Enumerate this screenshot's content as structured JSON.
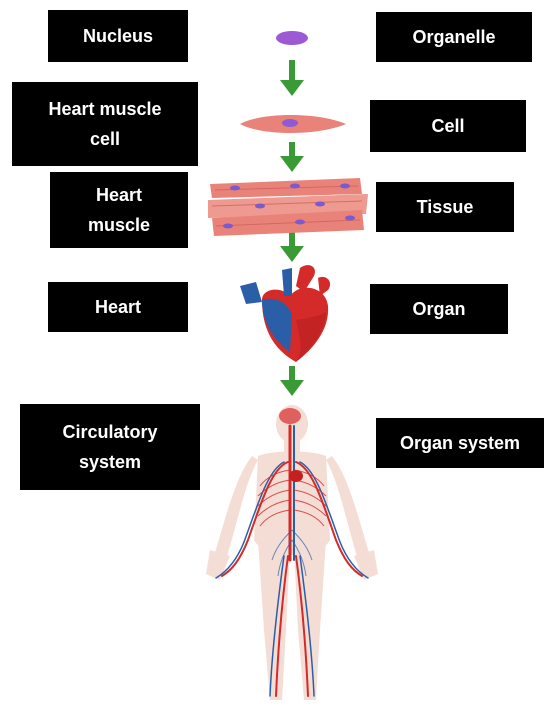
{
  "levels": [
    {
      "left_label": "Nucleus",
      "right_label": "Organelle",
      "icon": "nucleus-icon"
    },
    {
      "left_label": "Heart muscle\ncell",
      "right_label": "Cell",
      "icon": "muscle-cell-icon"
    },
    {
      "left_label": "Heart\nmuscle",
      "right_label": "Tissue",
      "icon": "muscle-tissue-icon"
    },
    {
      "left_label": "Heart",
      "right_label": "Organ",
      "icon": "heart-icon"
    },
    {
      "left_label": "Circulatory\nsystem",
      "right_label": "Organ system",
      "icon": "human-circulatory-icon"
    }
  ],
  "colors": {
    "label_bg": "#000000",
    "label_text": "#ffffff",
    "arrow": "#3a9a35",
    "nucleus": "#9b59d6",
    "muscle": "#e9837a",
    "vein_blue": "#2a5fa8",
    "artery_red": "#d42a2a",
    "skin": "#f4ddd4"
  }
}
